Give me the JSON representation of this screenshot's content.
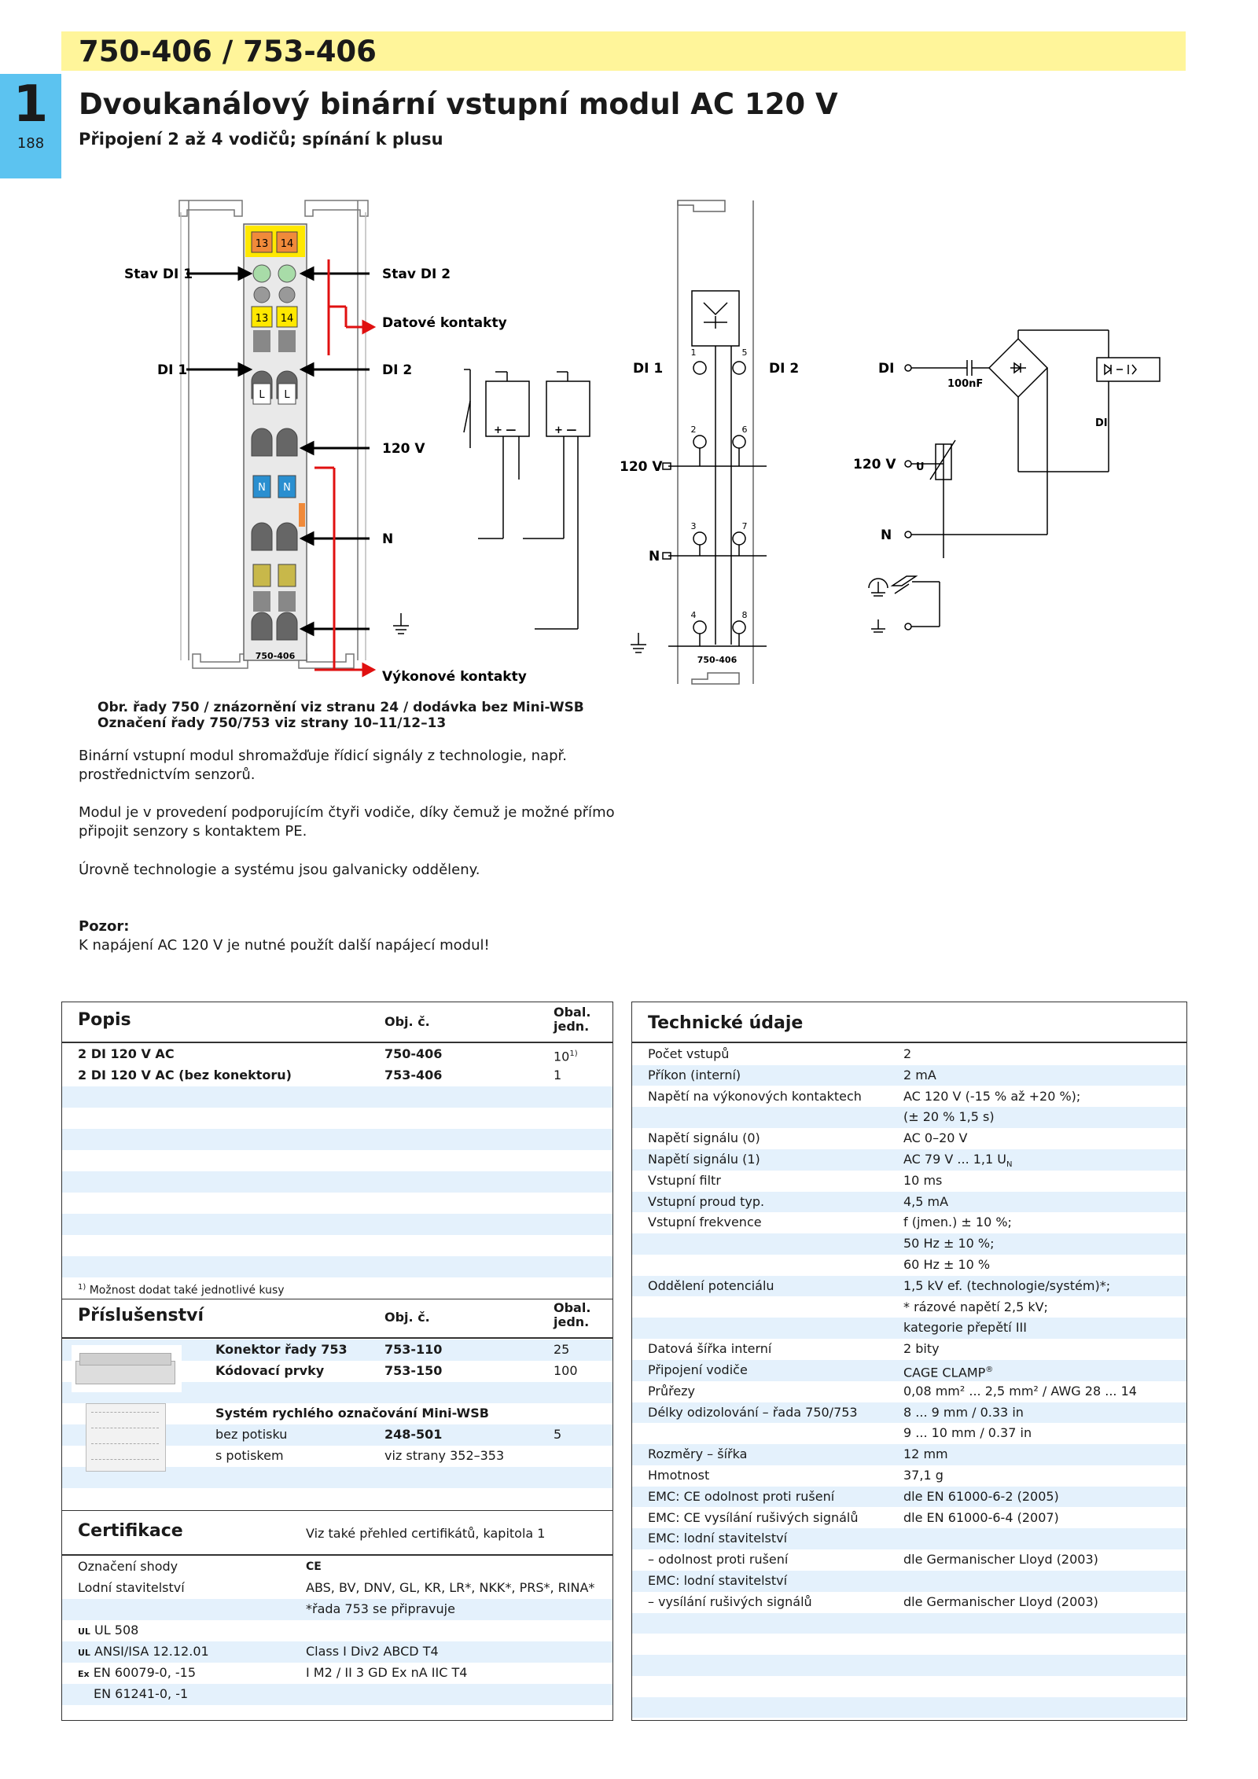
{
  "header": {
    "code": "750-406 / 753-406",
    "chapter": "1",
    "page": "188",
    "title": "Dvoukanálový binární vstupní modul AC 120 V",
    "subtitle": "Připojení 2 až 4 vodičů; spínání k plusu"
  },
  "diagram": {
    "clips_top": [
      "13",
      "14"
    ],
    "clips_mid": [
      "13",
      "14"
    ],
    "clips_l": [
      "L",
      "L"
    ],
    "clips_n": [
      "N",
      "N"
    ],
    "module_label": "750-406",
    "stav_di1": "Stav DI 1",
    "stav_di2": "Stav DI 2",
    "datove": "Datové kontakty",
    "di1": "DI 1",
    "di2": "DI 2",
    "v120": "120 V",
    "n": "N",
    "vykonove": "Výkonové kontakty",
    "plus_minus": "+ —",
    "terminals": [
      "1",
      "5",
      "2",
      "6",
      "3",
      "7",
      "4",
      "8"
    ],
    "c_di1": "DI 1",
    "c_di2": "DI 2",
    "c_120": "120 V",
    "c_n": "N",
    "c_module": "750-406",
    "s_di": "DI",
    "s_cap": "100nF",
    "s_120": "120 V",
    "s_n": "N",
    "s_u": "U",
    "s_out": "DI"
  },
  "captions": {
    "line1": "Obr. řady 750 / znázornění viz stranu 24 / dodávka bez Mini-WSB",
    "line2": "Označení řady 750/753 viz strany 10–11/12–13"
  },
  "description": {
    "p1": "Binární vstupní modul shromažďuje řídicí signály z technologie, např. prostřednictvím senzorů.",
    "p2": "Modul je v provedení podporujícím čtyři vodiče, díky čemuž je možné přímo připojit senzory s kontaktem PE.",
    "p3": "Úrovně technologie a systému jsou galvanicky odděleny.",
    "warn_title": "Pozor:",
    "warn_text": "K napájení AC 120 V je nutné použít další napájecí modul!"
  },
  "order": {
    "title": "Popis",
    "col_obj": "Obj. č.",
    "col_obal": "Obal. jedn.",
    "rows": [
      {
        "desc": "2 DI 120 V AC",
        "obj": "750-406",
        "qty": "10",
        "sup": "1)"
      },
      {
        "desc": "2 DI 120 V AC (bez konektoru)",
        "obj": "753-406",
        "qty": "1",
        "sup": ""
      }
    ],
    "footnote_mark": "1)",
    "footnote": "Možnost dodat také jednotlivé kusy"
  },
  "accessories": {
    "title": "Příslušenství",
    "col_obj": "Obj. č.",
    "col_obal": "Obal. jedn.",
    "rows": [
      {
        "desc": "Konektor řady 753",
        "obj": "753-110",
        "qty": "25",
        "bold": true
      },
      {
        "desc": "Kódovací prvky",
        "obj": "753-150",
        "qty": "100",
        "bold": true
      },
      {
        "desc": "",
        "obj": "",
        "qty": "",
        "bold": false
      },
      {
        "desc": "Systém rychlého označování Mini-WSB",
        "obj": "",
        "qty": "",
        "bold": true
      },
      {
        "desc": "bez potisku",
        "obj": "248-501",
        "qty": "5",
        "bold": false
      },
      {
        "desc": "s potiskem",
        "obj": "viz strany 352–353",
        "qty": "",
        "bold": false
      }
    ]
  },
  "certs": {
    "title": "Certifikace",
    "note": "Viz také přehled certifikátů, kapitola 1",
    "rows": [
      {
        "k": "Označení shody",
        "v": "CE"
      },
      {
        "k": "Lodní stavitelství",
        "v": "ABS, BV, DNV, GL, KR, LR*, NKK*, PRS*, RINA*"
      },
      {
        "k": "",
        "v": "*řada 753 se připravuje"
      },
      {
        "k": "UL 508",
        "v": "",
        "mark": "UL"
      },
      {
        "k": "ANSI/ISA 12.12.01",
        "v": "Class I Div2 ABCD T4",
        "mark": "UL"
      },
      {
        "k": "EN 60079-0, -15",
        "v": "I M2 / II 3 GD Ex nA IIC T4",
        "mark": "Ex"
      },
      {
        "k": "EN 61241-0, -1",
        "v": ""
      }
    ]
  },
  "tech": {
    "title": "Technické údaje",
    "rows": [
      {
        "k": "Počet vstupů",
        "v": "2"
      },
      {
        "k": "Příkon (interní)",
        "v": "2 mA"
      },
      {
        "k": "Napětí na výkonových kontaktech",
        "v": "AC 120 V (-15 % až +20 %);"
      },
      {
        "k": "",
        "v": "(± 20 % 1,5 s)"
      },
      {
        "k": "Napětí signálu (0)",
        "v": "AC 0–20 V"
      },
      {
        "k": "Napětí signálu (1)",
        "v": "AC 79 V ... 1,1 U",
        "sub": "N"
      },
      {
        "k": "Vstupní filtr",
        "v": "10 ms"
      },
      {
        "k": "Vstupní proud typ.",
        "v": "4,5 mA"
      },
      {
        "k": "Vstupní frekvence",
        "v": "f (jmen.) ± 10 %;"
      },
      {
        "k": "",
        "v": "50 Hz ± 10 %;"
      },
      {
        "k": "",
        "v": "60 Hz ± 10 %"
      },
      {
        "k": "Oddělení potenciálu",
        "v": "1,5 kV ef. (technologie/systém)*;"
      },
      {
        "k": "",
        "v": "* rázové napětí 2,5 kV;"
      },
      {
        "k": "",
        "v": "kategorie přepětí III"
      },
      {
        "k": "Datová šířka interní",
        "v": "2 bity"
      },
      {
        "k": "Připojení vodiče",
        "v": "CAGE CLAMP",
        "sup": "®"
      },
      {
        "k": "Průřezy",
        "v": "0,08 mm² ... 2,5 mm² / AWG 28 ... 14"
      },
      {
        "k": "Délky odizolování – řada 750/753",
        "v": "8 ... 9 mm / 0.33 in"
      },
      {
        "k": "",
        "v": "9 ... 10 mm / 0.37 in"
      },
      {
        "k": "Rozměry – šířka",
        "v": "12 mm"
      },
      {
        "k": "Hmotnost",
        "v": "37,1 g"
      },
      {
        "k": "EMC: CE odolnost proti rušení",
        "v": "dle EN 61000-6-2 (2005)"
      },
      {
        "k": "EMC: CE vysílání rušivých signálů",
        "v": "dle EN 61000-6-4 (2007)"
      },
      {
        "k": "EMC: lodní stavitelství",
        "v": ""
      },
      {
        "k": "– odolnost proti rušení",
        "v": "dle Germanischer Lloyd (2003)"
      },
      {
        "k": "EMC: lodní stavitelství",
        "v": ""
      },
      {
        "k": "– vysílání rušivých signálů",
        "v": "dle Germanischer Lloyd (2003)"
      }
    ]
  },
  "colors": {
    "header_band": "#fff59a",
    "tab": "#5cc3f0",
    "row_blue": "#e4f1fc",
    "orange": "#f08a3a",
    "yellow": "#ffe800",
    "blue_clip": "#2a8fd0",
    "red_wire": "#e01010"
  }
}
